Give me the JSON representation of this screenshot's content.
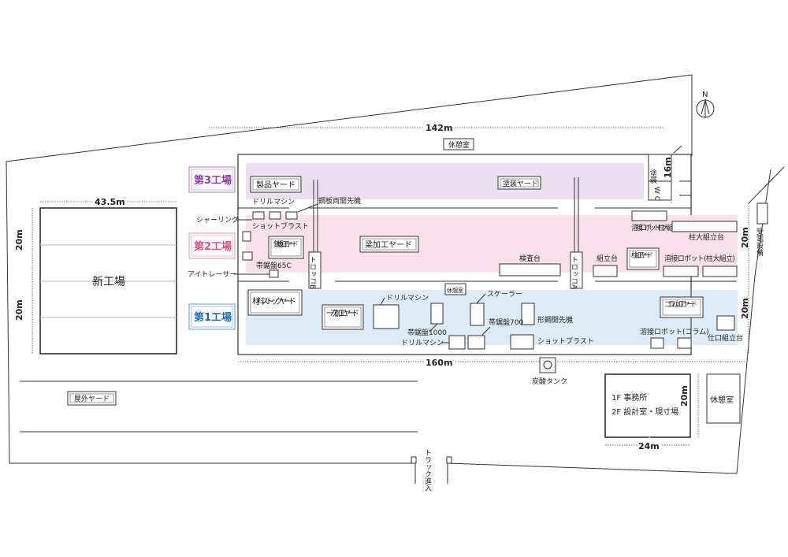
{
  "dimensions": {
    "site_width": "142m",
    "factory_length": "160m",
    "shinkojo_width": "43.5m",
    "shinkojo_height_top": "20m",
    "shinkojo_height_bottom": "20m",
    "annex_height": "16m",
    "right_upper": "20m",
    "right_lower": "20m",
    "office_width": "24m",
    "office_height": "20m"
  },
  "factories": {
    "third": {
      "label": "第3工場",
      "color": "#8e3fa3"
    },
    "second": {
      "label": "第2工場",
      "color": "#e0508a"
    },
    "first": {
      "label": "第1工場",
      "color": "#1d6db5"
    }
  },
  "zones": {
    "third_fill": "#e9dfee",
    "second_fill": "#f8e1ea",
    "first_fill": "#dcebf5"
  },
  "labels": {
    "kyukeishitsu_top": "休憩室",
    "seihin_yard": "製品ヤード",
    "tosou_yard": "塗装ヤード",
    "tosou": "塗装",
    "wc": "W C",
    "drill_top": "ドリルマシン",
    "kouban": "鋼板両開先機",
    "shearing": "シャーリング",
    "shotblast_top": "ショットブラスト",
    "teppan_yard": "鉄板加工ヤード",
    "hari_yard": "梁加工ヤード",
    "kensadai": "検査台",
    "trolley_b": "トロッコB",
    "trolley_a": "トロッコA",
    "kumitatedai": "組立台",
    "hashira_yard": "柱加工ヤード",
    "yosetsu_hashira": "溶接ロボット(柱大組立)",
    "hashira_daikumi": "柱大組立台",
    "yosetsu_hashira2": "溶接ロボット(柱大組立)",
    "itracer": "アイトレーサー",
    "obinoko65": "帯鋸盤65C",
    "juden": "受電設備",
    "zairyo_yard": "材料ストックヤード",
    "kyukeishitsu_mid": "休憩室",
    "ichiji_yard": "一次加工ヤード",
    "drill_mid": "ドリルマシン",
    "scaler": "スケーラー",
    "obinoko1000": "帯鋸盤1000",
    "obinoko700": "帯鋸盤700",
    "katakou": "形鋼開先機",
    "drill_low": "ドリルマシン",
    "shotblast_low": "ショットブラスト",
    "column_yard": "コラム加工ヤード",
    "yosetsu_column": "溶接ロボット(コラム)",
    "shiguchi": "仕口組立台",
    "tansan_tank": "炭酸タンク",
    "shinkojo": "新工場",
    "okugai_yard": "屋外ヤード",
    "office_1f": "1F 事務所",
    "office_2f": "2F 設計室・現寸場",
    "kyukeishitsu_office": "休憩室",
    "truck_entry": "トラック進入",
    "north": "N"
  }
}
